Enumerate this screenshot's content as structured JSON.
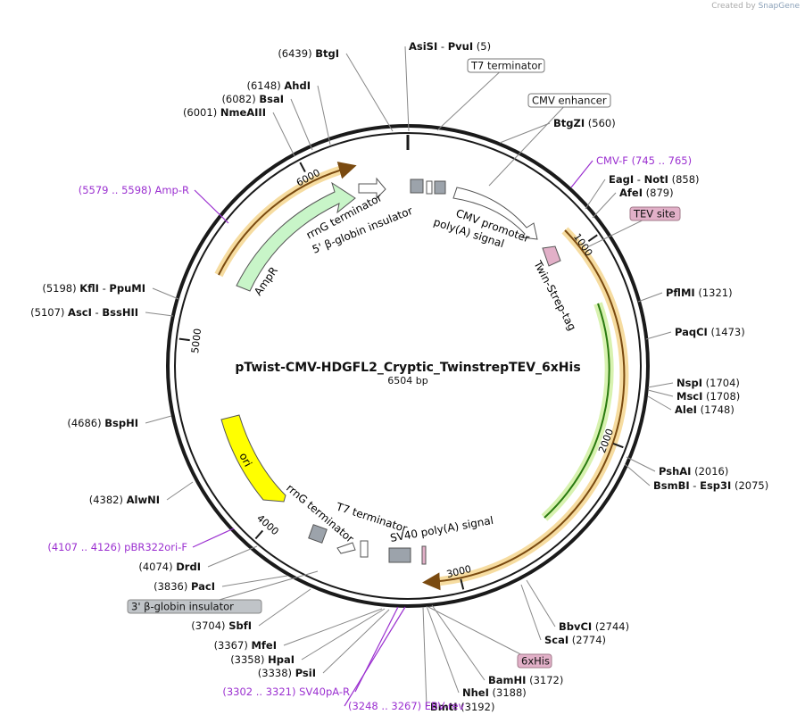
{
  "credit": {
    "prefix": "Created by",
    "brand": "SnapGene"
  },
  "plasmid": {
    "name": "pTwist-CMV-HDGFL2_Cryptic_TwinstrepTEV_6xHis",
    "length_label": "6504 bp",
    "length": 6504
  },
  "ticks": [
    {
      "pos": 1000,
      "label": "1000"
    },
    {
      "pos": 2000,
      "label": "2000"
    },
    {
      "pos": 3000,
      "label": "3000"
    },
    {
      "pos": 4000,
      "label": "4000"
    },
    {
      "pos": 5000,
      "label": "5000"
    },
    {
      "pos": 6000,
      "label": "6000"
    }
  ],
  "enzymes": [
    {
      "name": "BtgI",
      "pos": "(6439)",
      "side": "left"
    },
    {
      "name": "AsiSI",
      "name2": "PvuI",
      "pos": "(5)",
      "side": "right"
    },
    {
      "name": "AhdI",
      "pos": "(6148)",
      "side": "left"
    },
    {
      "name": "BsaI",
      "pos": "(6082)",
      "side": "left"
    },
    {
      "name": "NmeAIII",
      "pos": "(6001)",
      "side": "left"
    },
    {
      "name": "BtgZI",
      "pos": "(560)",
      "side": "right"
    },
    {
      "name": "EagI",
      "name2": "NotI",
      "pos": "(858)",
      "side": "right"
    },
    {
      "name": "AfeI",
      "pos": "(879)",
      "side": "right"
    },
    {
      "name": "PflMI",
      "pos": "(1321)",
      "side": "right"
    },
    {
      "name": "PaqCI",
      "pos": "(1473)",
      "side": "right"
    },
    {
      "name": "NspI",
      "pos": "(1704)",
      "side": "right"
    },
    {
      "name": "MscI",
      "pos": "(1708)",
      "side": "right"
    },
    {
      "name": "AleI",
      "pos": "(1748)",
      "side": "right"
    },
    {
      "name": "PshAI",
      "pos": "(2016)",
      "side": "right"
    },
    {
      "name": "BsmBI",
      "name2": "Esp3I",
      "pos": "(2075)",
      "side": "right"
    },
    {
      "name": "BbvCI",
      "pos": "(2744)",
      "side": "right"
    },
    {
      "name": "ScaI",
      "pos": "(2774)",
      "side": "right"
    },
    {
      "name": "BamHI",
      "pos": "(3172)",
      "side": "right"
    },
    {
      "name": "NheI",
      "pos": "(3188)",
      "side": "right"
    },
    {
      "name": "BmtI",
      "pos": "(3192)",
      "side": "right"
    },
    {
      "name": "KflI",
      "name2": "PpuMI",
      "pos": "(5198)",
      "side": "left"
    },
    {
      "name": "AscI",
      "name2": "BssHII",
      "pos": "(5107)",
      "side": "left"
    },
    {
      "name": "BspHI",
      "pos": "(4686)",
      "side": "left"
    },
    {
      "name": "AlwNI",
      "pos": "(4382)",
      "side": "left"
    },
    {
      "name": "DrdI",
      "pos": "(4074)",
      "side": "left"
    },
    {
      "name": "PacI",
      "pos": "(3836)",
      "side": "left"
    },
    {
      "name": "SbfI",
      "pos": "(3704)",
      "side": "left"
    },
    {
      "name": "MfeI",
      "pos": "(3367)",
      "side": "left"
    },
    {
      "name": "HpaI",
      "pos": "(3358)",
      "side": "left"
    },
    {
      "name": "PsiI",
      "pos": "(3338)",
      "side": "left"
    }
  ],
  "primers": [
    {
      "name": "CMV-F",
      "range": "(745 .. 765)"
    },
    {
      "name": "Amp-R",
      "range": "(5579 .. 5598)"
    },
    {
      "name": "pBR322ori-F",
      "range": "(4107 .. 4126)"
    },
    {
      "name": "SV40pA-R",
      "range": "(3302 .. 3321)"
    },
    {
      "name": "EBV-rev",
      "range": "(3248 .. 3267)"
    }
  ],
  "boxed_labels": {
    "t7_terminator": "T7 terminator",
    "cmv_enhancer": "CMV enhancer",
    "tev_site": "TEV site",
    "his_tag": "6xHis",
    "beta_globin_3": "3' β-globin insulator"
  },
  "features": {
    "rrng_terminator_top": "rrnG terminator",
    "beta_globin_5": "5' β-globin insulator",
    "cmv_promoter": "CMV promoter",
    "polya_top": "poly(A) signal",
    "twin_strep": "Twin-Strep-tag",
    "ampr": "AmpR",
    "ori": "ori",
    "rrng_terminator_bottom": "rrnG terminator",
    "t7_terminator_bottom": "T7 terminator",
    "sv40_polya": "SV40 poly(A) signal"
  },
  "colors": {
    "backbone": "#1a1a1a",
    "primer": "#9b30d0",
    "orf_orange": "#f0c070",
    "orf_orange_dark": "#7a4a10",
    "orf_green": "#d8f2b0",
    "orf_green_dark": "#2a7a10",
    "ampr": "#c8f5c8",
    "ori": "#ffff00",
    "tag_pink": "#e2b0c8",
    "terminator_gray": "#9ca3ab"
  }
}
